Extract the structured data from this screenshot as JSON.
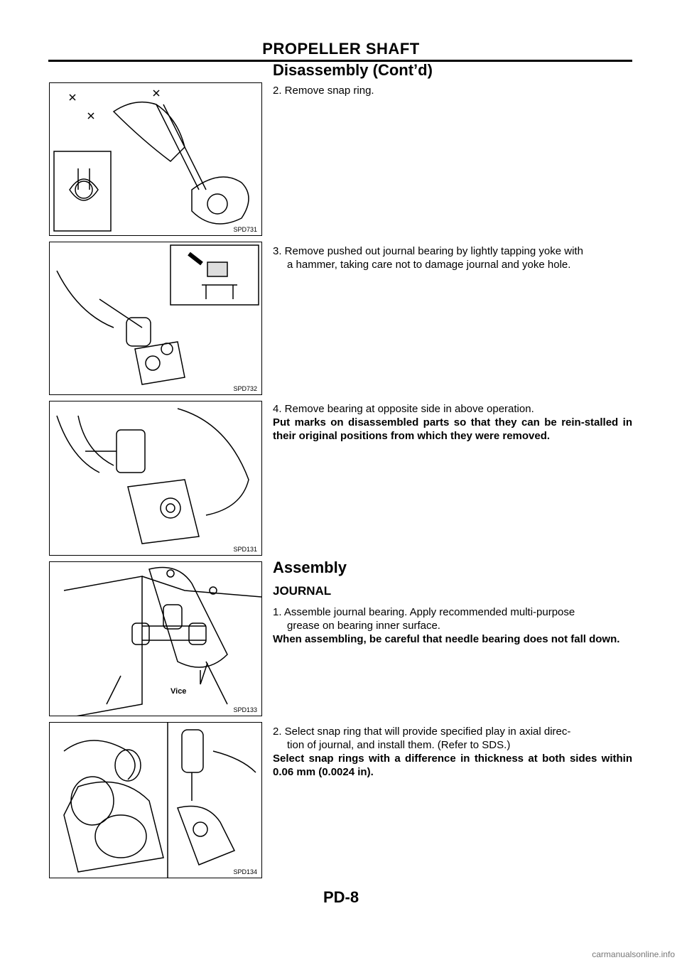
{
  "header": {
    "section": "PROPELLER SHAFT",
    "subtitle": "Disassembly (Cont’d)"
  },
  "figures": [
    {
      "code": "SPD731"
    },
    {
      "code": "SPD732"
    },
    {
      "code": "SPD131"
    },
    {
      "code": "SPD133",
      "label": "Vice"
    },
    {
      "code": "SPD134"
    }
  ],
  "disassembly": {
    "step2": "2. Remove snap ring.",
    "step3_line1": "3. Remove pushed out journal bearing by lightly tapping yoke with",
    "step3_line2": "a hammer, taking care not to damage journal and yoke hole.",
    "step4": "4. Remove bearing at opposite side in above operation.",
    "step4_note": "Put marks on disassembled parts so that they can be rein-stalled in their original positions from which they were removed."
  },
  "assembly": {
    "heading": "Assembly",
    "subheading": "JOURNAL",
    "step1_line1": "1. Assemble journal bearing. Apply recommended multi-purpose",
    "step1_line2": "grease on bearing inner surface.",
    "step1_note": "When assembling, be careful that needle bearing does not fall down.",
    "step2_line1": "2. Select snap ring that will provide specified play in axial direc-",
    "step2_line2": "tion of journal, and install them. (Refer to SDS.)",
    "step2_note": "Select snap rings with a difference in thickness at both sides within 0.06 mm (0.0024 in)."
  },
  "footer": {
    "page": "PD-8",
    "watermark": "carmanualsonline.info"
  }
}
